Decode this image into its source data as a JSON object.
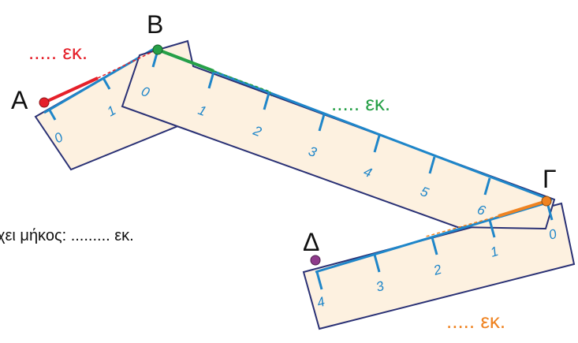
{
  "points": {
    "A": "Α",
    "B": "Β",
    "G": "Γ",
    "D": "Δ"
  },
  "blanks": {
    "red": "..... εκ.",
    "green": "..... εκ.",
    "orange": "..... εκ."
  },
  "total_length_text": "χει μήκος: ......... εκ.",
  "rulers": {
    "ruler1_ticks": [
      "0",
      "1"
    ],
    "ruler2_ticks": [
      "0",
      "1",
      "2",
      "3",
      "4",
      "5",
      "6"
    ],
    "ruler3_ticks": [
      "0",
      "1",
      "2",
      "3",
      "4"
    ]
  },
  "colors": {
    "ruler_fill": "#fdf1e0",
    "ruler_stroke": "#2a3175",
    "tick": "#1f86c9",
    "red": "#e5202a",
    "green": "#26a047",
    "orange": "#ef8321",
    "purple": "#8e3b8b"
  }
}
